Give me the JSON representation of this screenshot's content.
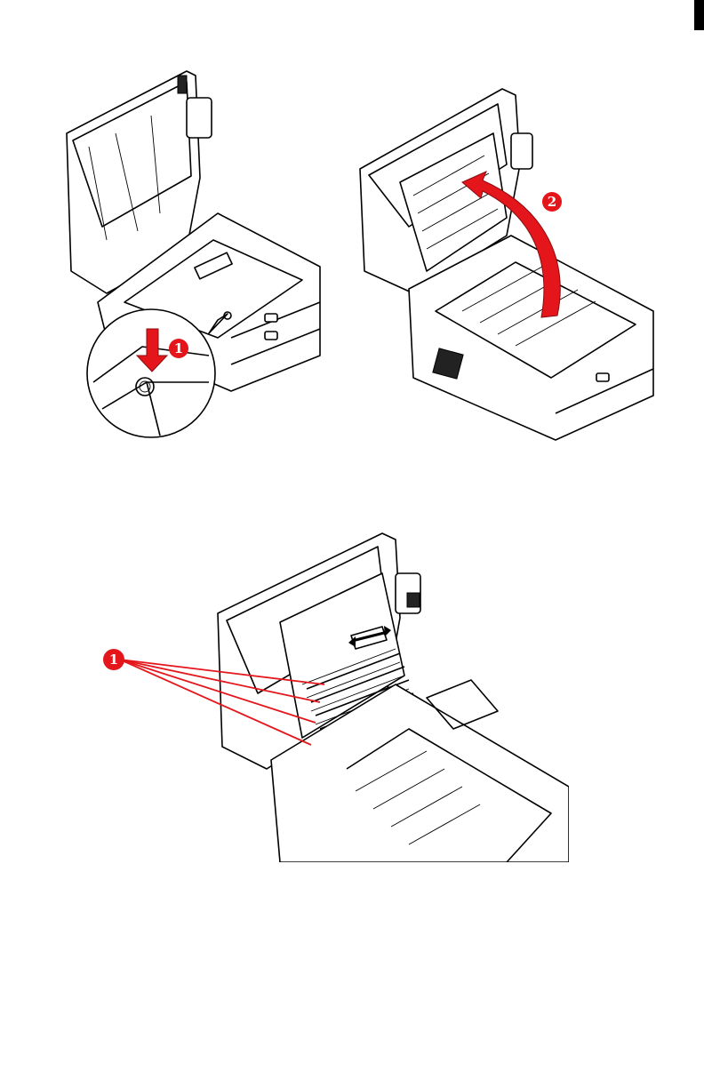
{
  "callouts": {
    "step1_badge": "1",
    "step2_badge": "2",
    "step3_badge": "1"
  },
  "colors": {
    "accent_red": "#e4161b",
    "line_black": "#000000"
  }
}
